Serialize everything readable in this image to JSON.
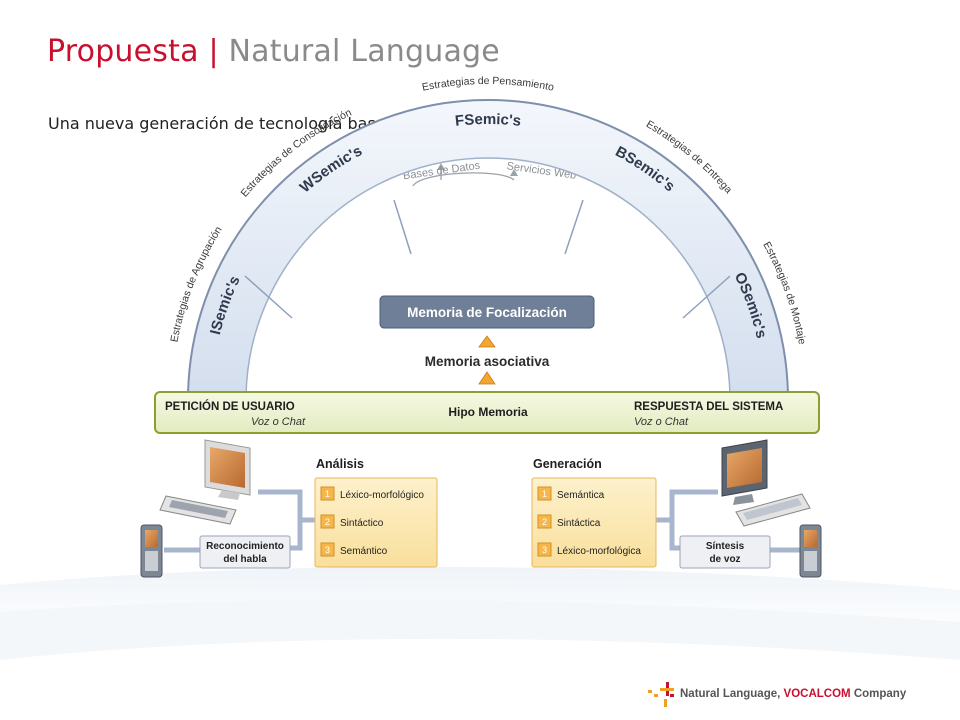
{
  "header": {
    "title_main": "Propuesta",
    "title_sep": "|",
    "title_topic": "Natural Language",
    "subtitle": "Una nueva generación de tecnología basada en el siguiente modelo:"
  },
  "diagram": {
    "top_sources": {
      "left": "Bases de Datos",
      "right": "Servicios Web"
    },
    "strategies": {
      "agrupacion": "Estrategias de Agrupación",
      "consolidacion": "Estrategias de Consolidación",
      "pensamiento": "Estrategias de Pensamiento",
      "entrega": "Estrategias de Entrega",
      "montaje": "Estrategias de Montaje"
    },
    "semics": {
      "isemics": "ISemic's",
      "wsemics": "WSemic's",
      "fsemics": "FSemic's",
      "bsemics": "BSemic's",
      "osemics": "OSemic's"
    },
    "memoria_focalizacion": "Memoria de Focalización",
    "memoria_asociativa": "Memoria asociativa",
    "bar": {
      "left_title": "PETICIÓN DE USUARIO",
      "left_sub": "Voz o Chat",
      "center": "Hipo Memoria",
      "right_title": "RESPUESTA DEL SISTEMA",
      "right_sub": "Voz o Chat"
    },
    "analisis": {
      "title": "Análisis",
      "items": [
        {
          "num": "1",
          "label": "Léxico-morfológico"
        },
        {
          "num": "2",
          "label": "Sintáctico"
        },
        {
          "num": "3",
          "label": "Semántico"
        }
      ]
    },
    "generacion": {
      "title": "Generación",
      "items": [
        {
          "num": "1",
          "label": "Semántica"
        },
        {
          "num": "2",
          "label": "Sintáctica"
        },
        {
          "num": "3",
          "label": "Léxico-morfológica"
        }
      ]
    },
    "reconocimiento": {
      "line1": "Reconocimiento",
      "line2": "del habla"
    },
    "sintesis": {
      "line1": "Síntesis",
      "line2": "de voz"
    }
  },
  "footer": {
    "brand": "Natural Language",
    "sep": ",",
    "company": "VOCALCOM",
    "suffix": " Company"
  },
  "colors": {
    "title_red": "#c8102e",
    "title_grey": "#8a8a8a",
    "arc_blue": "#dde6f3",
    "memoria_box": "#6f7f98",
    "bar_green": "#ecf2cf",
    "bar_border": "#8aa02f",
    "panel_orange": "#fbe6b0",
    "connector_blue": "#a7b6cc"
  },
  "icons": [
    "pc-monitor-icon",
    "keyboard-icon",
    "mobile-phone-icon",
    "arrow-up-icon",
    "triangle-icon",
    "vocalcom-logo"
  ]
}
